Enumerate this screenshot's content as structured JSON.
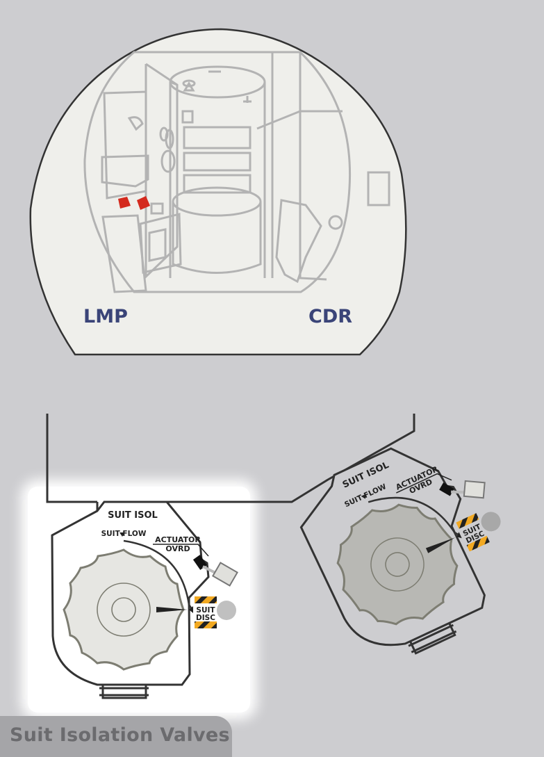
{
  "cabin": {
    "left_label": "LMP",
    "right_label": "CDR",
    "highlight_color": "#d42a1e",
    "label_color": "#3a4478"
  },
  "valve_panel_lmp": {
    "title": "SUIT ISOL",
    "flow_label": "SUIT FLOW",
    "actuator_label_1": "ACTUATOR",
    "actuator_label_2": "OVRD",
    "disc_label_1": "SUIT",
    "disc_label_2": "DISC",
    "highlighted": true
  },
  "valve_panel_cdr": {
    "title": "SUIT ISOL",
    "flow_label": "SUIT FLOW",
    "actuator_label_1": "ACTUATOR",
    "actuator_label_2": "OVRD",
    "disc_label_1": "SUIT",
    "disc_label_2": "DISC",
    "highlighted": false
  },
  "caption": {
    "title": "Suit Isolation Valves"
  },
  "colors": {
    "hazard_yellow": "#f2a922",
    "background": "#cdcdd0"
  }
}
